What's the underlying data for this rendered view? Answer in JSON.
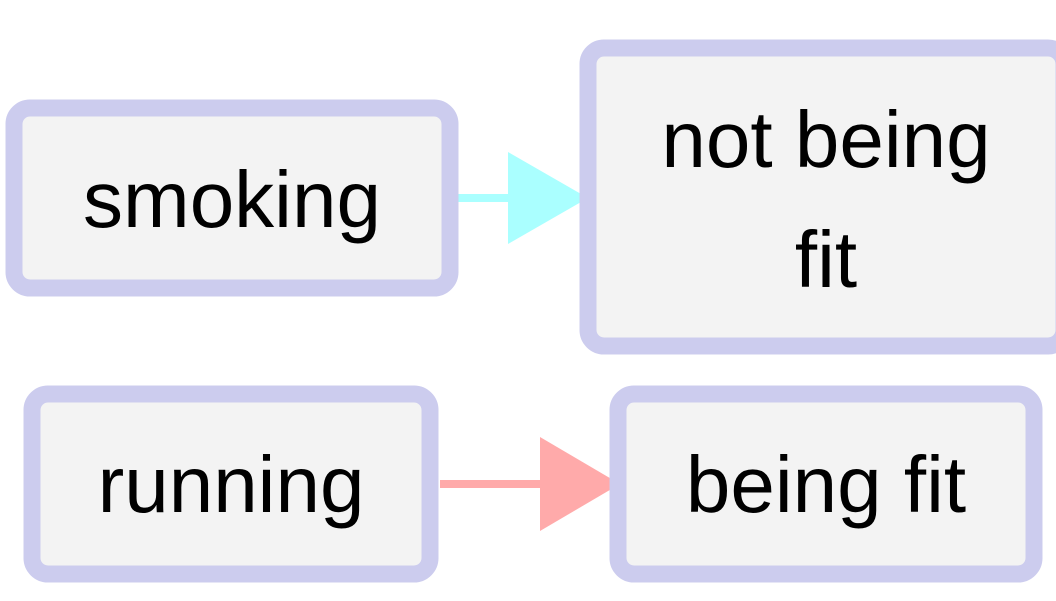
{
  "diagram": {
    "nodes": {
      "smoking": {
        "label": "smoking"
      },
      "not_being_fit": {
        "line1": "not being",
        "line2": "fit"
      },
      "running": {
        "label": "running"
      },
      "being_fit": {
        "label": "being fit"
      }
    },
    "edges": [
      {
        "from": "smoking",
        "to": "not being fit",
        "color": "#aaffff"
      },
      {
        "from": "running",
        "to": "being fit",
        "color": "#ffaaaa"
      }
    ],
    "node_style": {
      "fill": "#f3f3f3",
      "border": "#ccccee"
    }
  }
}
